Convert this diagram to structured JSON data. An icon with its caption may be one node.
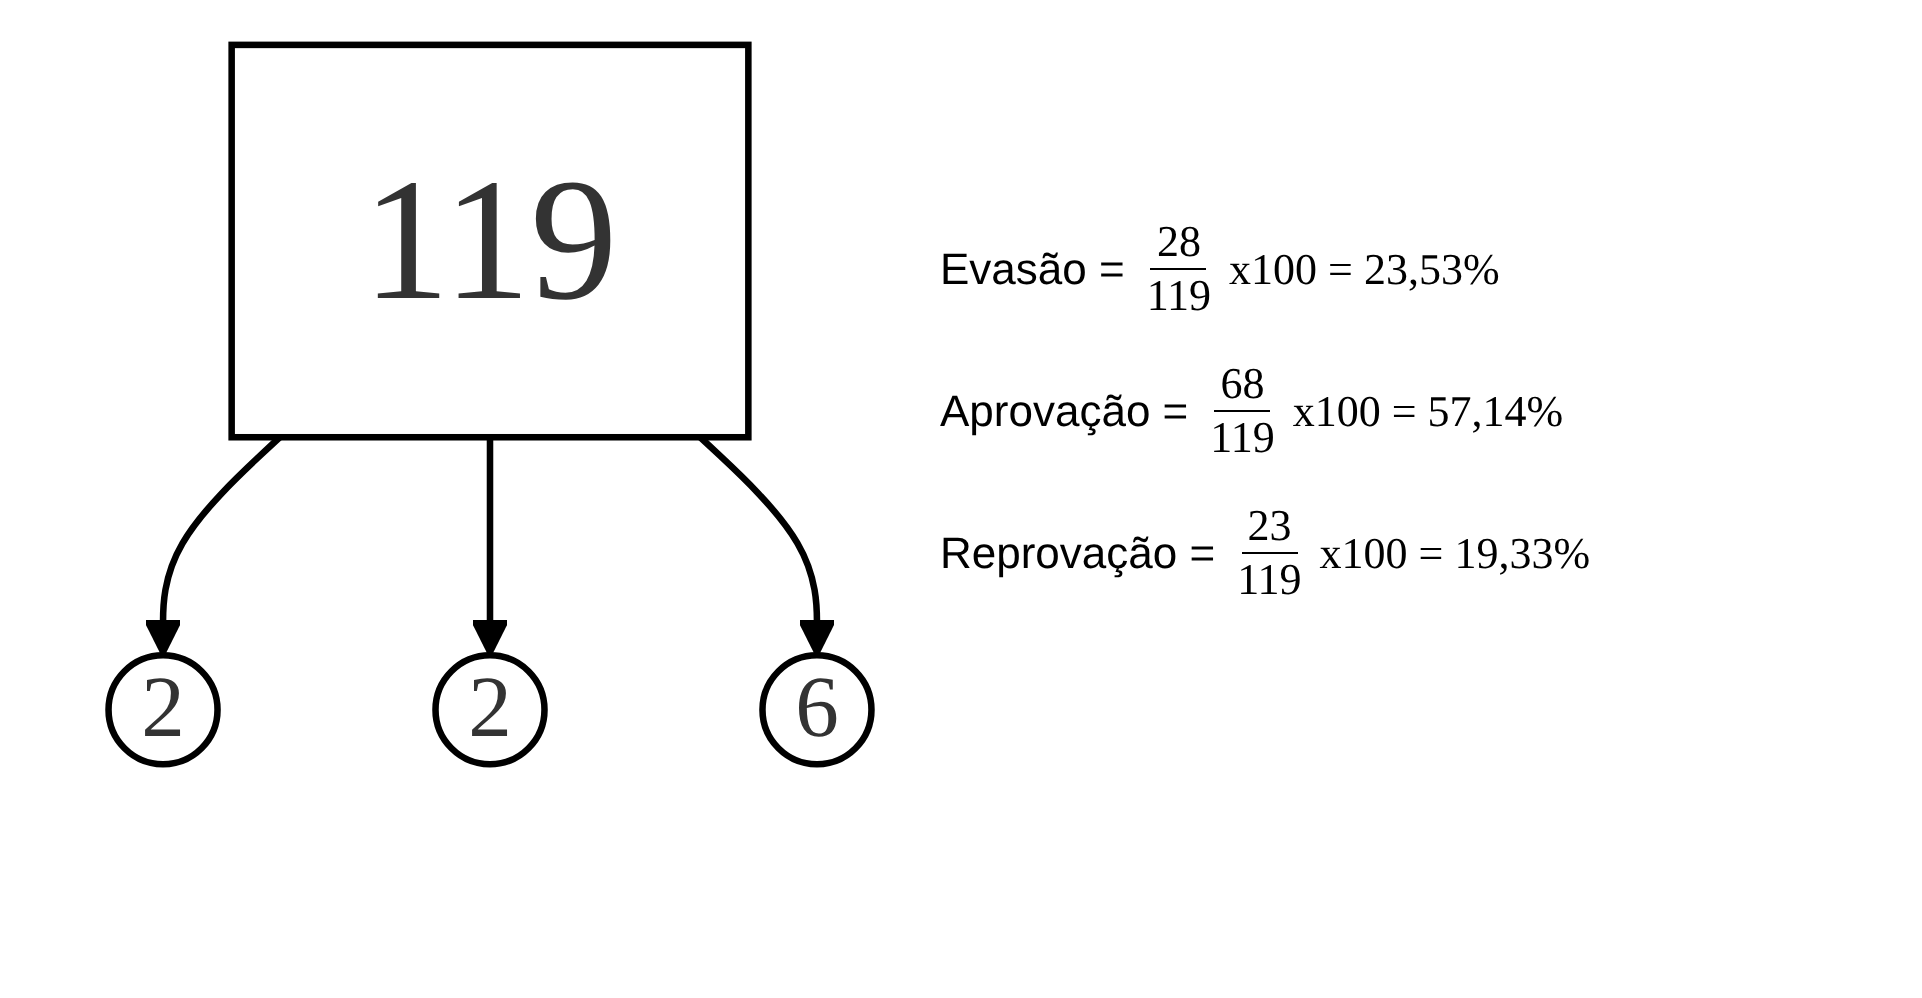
{
  "diagram": {
    "nodes": [
      {
        "text": [
          "119"
        ]
      },
      {
        "text": [
          "2"
        ]
      },
      {
        "text": [
          "2"
        ]
      },
      {
        "text": [
          "6"
        ]
      }
    ],
    "edges": [
      {
        "from": 0,
        "to": 1,
        "arrow": "to"
      },
      {
        "from": 0,
        "to": 2,
        "arrow": "to"
      },
      {
        "from": 0,
        "to": 3,
        "arrow": "to"
      }
    ],
    "labels": [
      "Evasão =",
      "28",
      "119",
      "x100 = 23,53%",
      "Aprovação =",
      "68",
      "119",
      "x100 = 57,14%",
      "Reprovação =",
      "23",
      "119",
      "x100 = 19,33%"
    ]
  }
}
